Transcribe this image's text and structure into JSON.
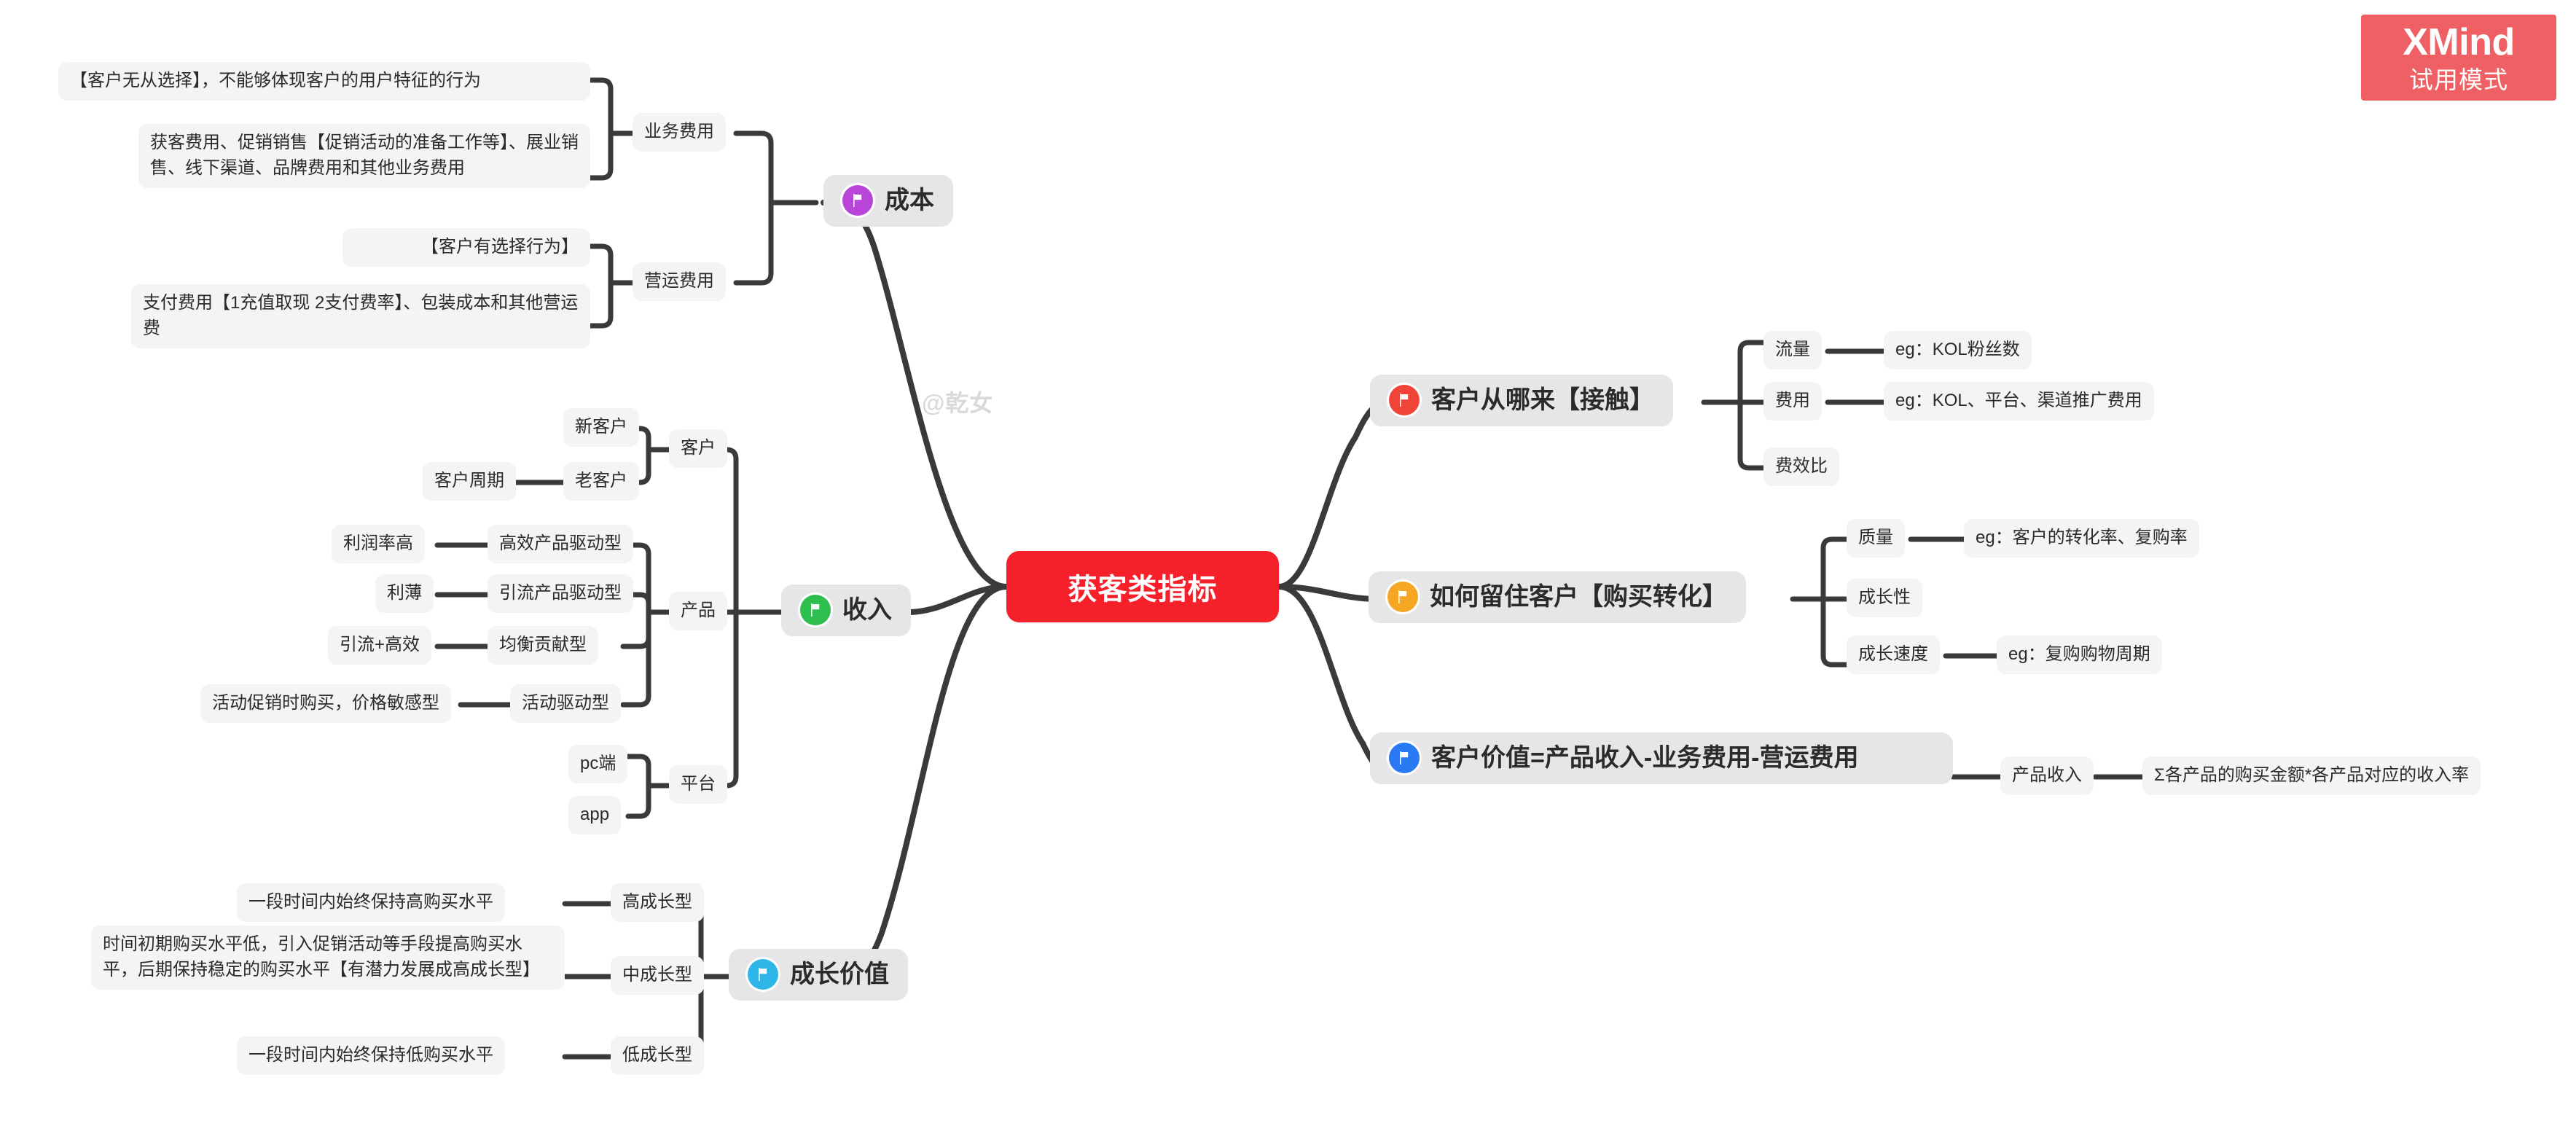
{
  "app": {
    "badge_title": "XMind",
    "badge_subtitle": "试用模式",
    "badge_color": "#EF6064",
    "watermark": "@乾女",
    "canvas_bg": "#ffffff"
  },
  "mindmap": {
    "root": {
      "label": "获客类指标",
      "color": "#F5202A",
      "text_color": "#ffffff"
    },
    "branches": {
      "cost": {
        "label": "成本",
        "icon": "flag-icon",
        "icon_color": "#B845D8",
        "children": [
          {
            "label": "业务费用",
            "children": [
              {
                "label": "【客户无从选择】，不能够体现客户的用户特征的行为"
              },
              {
                "label": "获客费用、促销销售【促销活动的准备工作等】、展业销售、线下渠道、品牌费用和其他业务费用"
              }
            ]
          },
          {
            "label": "营运费用",
            "children": [
              {
                "label": "【客户有选择行为】"
              },
              {
                "label": "支付费用【1充值取现 2支付费率】、包装成本和其他营运费"
              }
            ]
          }
        ]
      },
      "revenue": {
        "label": "收入",
        "icon": "flag-icon",
        "icon_color": "#2DBE4E",
        "children": [
          {
            "label": "客户",
            "children": [
              {
                "label": "新客户"
              },
              {
                "label": "老客户",
                "children": [
                  {
                    "label": "客户周期"
                  }
                ]
              }
            ]
          },
          {
            "label": "产品",
            "children": [
              {
                "label": "高效产品驱动型",
                "children": [
                  {
                    "label": "利润率高"
                  }
                ]
              },
              {
                "label": "引流产品驱动型",
                "children": [
                  {
                    "label": "利薄"
                  }
                ]
              },
              {
                "label": "均衡贡献型",
                "children": [
                  {
                    "label": "引流+高效"
                  }
                ]
              },
              {
                "label": "活动驱动型",
                "children": [
                  {
                    "label": "活动促销时购买，价格敏感型"
                  }
                ]
              }
            ]
          },
          {
            "label": "平台",
            "children": [
              {
                "label": "pc端"
              },
              {
                "label": "app"
              }
            ]
          }
        ]
      },
      "growth": {
        "label": "成长价值",
        "icon": "flag-icon",
        "icon_color": "#2EB6E8",
        "children": [
          {
            "label": "高成长型",
            "children": [
              {
                "label": "一段时间内始终保持高购买水平"
              }
            ]
          },
          {
            "label": "中成长型",
            "children": [
              {
                "label": "时间初期购买水平低，引入促销活动等手段提高购买水平，后期保持稳定的购买水平【有潜力发展成高成长型】"
              }
            ]
          },
          {
            "label": "低成长型",
            "children": [
              {
                "label": "一段时间内始终保持低购买水平"
              }
            ]
          }
        ]
      },
      "acquire": {
        "label": "客户从哪来【接触】",
        "icon": "flag-icon",
        "icon_color": "#F04438",
        "children": [
          {
            "label": "流量",
            "children": [
              {
                "label": "eg：KOL粉丝数"
              }
            ]
          },
          {
            "label": "费用",
            "children": [
              {
                "label": "eg：KOL、平台、渠道推广费用"
              }
            ]
          },
          {
            "label": "费效比"
          }
        ]
      },
      "retain": {
        "label": "如何留住客户【购买转化】",
        "icon": "flag-icon",
        "icon_color": "#F5A623",
        "children": [
          {
            "label": "质量",
            "children": [
              {
                "label": "eg：客户的转化率、复购率"
              }
            ]
          },
          {
            "label": "成长性"
          },
          {
            "label": "成长速度",
            "children": [
              {
                "label": "eg：复购购物周期"
              }
            ]
          }
        ]
      },
      "value": {
        "label": "客户价值=产品收入-业务费用-营运费用",
        "icon": "flag-icon",
        "icon_color": "#2979F2",
        "children": [
          {
            "label": "产品收入",
            "children": [
              {
                "label": "Σ各产品的购买金额*各产品对应的收入率"
              }
            ]
          }
        ]
      }
    }
  }
}
